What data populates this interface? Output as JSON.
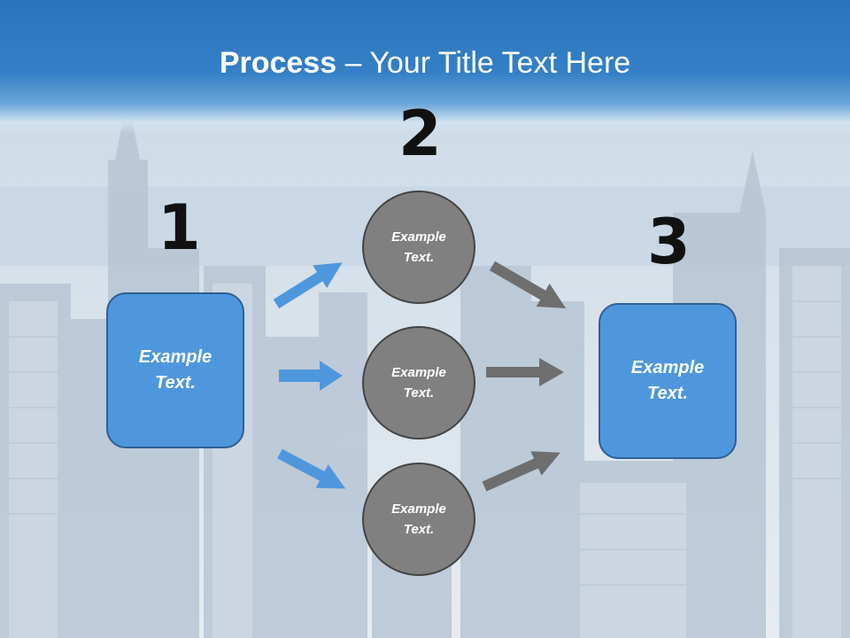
{
  "title": {
    "bold": "Process",
    "dash": " – ",
    "rest": "Your Title Text Here"
  },
  "steps": {
    "one": "1",
    "two": "2",
    "three": "3"
  },
  "left_box": {
    "text": "Example Text."
  },
  "right_box": {
    "text": "Example Text."
  },
  "circles": [
    {
      "text": "Example Text."
    },
    {
      "text": "Example Text."
    },
    {
      "text": "Example Text."
    }
  ],
  "colors": {
    "header_blue": "#2a74bd",
    "box_blue": "#4f97dc",
    "circle_gray": "#808080",
    "arrow_blue": "#4f97dc",
    "arrow_gray": "#6e6e6e"
  }
}
